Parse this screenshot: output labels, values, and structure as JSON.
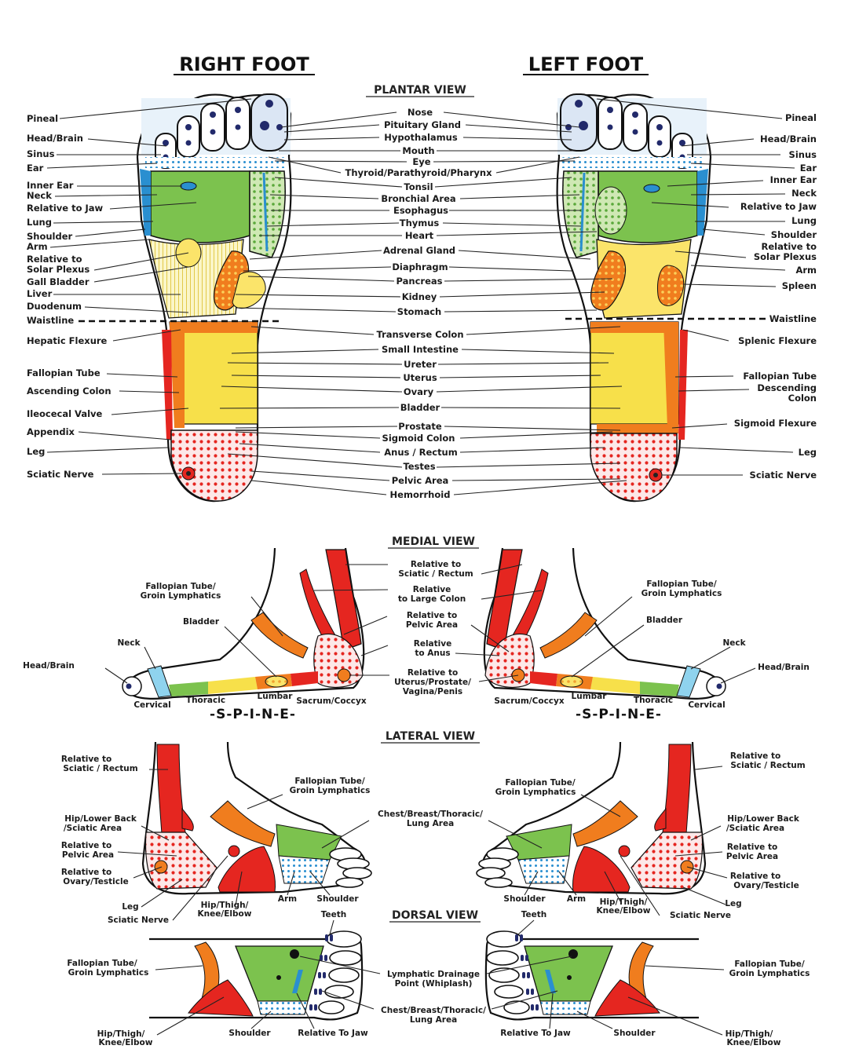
{
  "titles": {
    "right_foot": "RIGHT FOOT",
    "left_foot": "LEFT FOOT"
  },
  "views": {
    "plantar": "PLANTAR VIEW",
    "medial": "MEDIAL VIEW",
    "lateral": "LATERAL VIEW",
    "dorsal": "DORSAL VIEW"
  },
  "colors": {
    "red": "#e52620",
    "orange": "#f07d1e",
    "yellow": "#f7e04a",
    "green": "#7cc24e",
    "blue": "#2a8fd0",
    "lightblue": "#8fd3ee",
    "navy": "#222a6b",
    "pale": "#fbf6c8"
  },
  "plantar": {
    "right": [
      {
        "id": "r0",
        "text": "Pineal"
      },
      {
        "id": "r1",
        "text": "Head/Brain"
      },
      {
        "id": "r2",
        "text": "Sinus"
      },
      {
        "id": "r3",
        "text": "Ear"
      },
      {
        "id": "r4",
        "text": "Inner Ear"
      },
      {
        "id": "r5",
        "text": "Neck"
      },
      {
        "id": "r6",
        "text": "Relative to Jaw"
      },
      {
        "id": "r7",
        "text": "Lung"
      },
      {
        "id": "r8",
        "text": "Shoulder"
      },
      {
        "id": "r9",
        "text": "Arm"
      },
      {
        "id": "r10",
        "text": "Relative to"
      },
      {
        "id": "r11",
        "text": "Solar Plexus"
      },
      {
        "id": "r12",
        "text": "Gall Bladder"
      },
      {
        "id": "r13",
        "text": "Liver"
      },
      {
        "id": "r14",
        "text": "Duodenum"
      },
      {
        "id": "r15",
        "text": "Waistline"
      },
      {
        "id": "r16",
        "text": "Hepatic Flexure"
      },
      {
        "id": "r17",
        "text": "Fallopian Tube"
      },
      {
        "id": "r18",
        "text": "Ascending Colon"
      },
      {
        "id": "r19",
        "text": "Ileocecal Valve"
      },
      {
        "id": "r20",
        "text": "Appendix"
      },
      {
        "id": "r21",
        "text": "Leg"
      },
      {
        "id": "r22",
        "text": "Sciatic Nerve"
      }
    ],
    "center": [
      {
        "id": "c0",
        "text": "Nose"
      },
      {
        "id": "c1",
        "text": "Pituitary Gland"
      },
      {
        "id": "c2",
        "text": "Hypothalamus"
      },
      {
        "id": "c3",
        "text": "Mouth"
      },
      {
        "id": "c4",
        "text": "Eye"
      },
      {
        "id": "c5",
        "text": "Thyroid/Parathyroid/Pharynx"
      },
      {
        "id": "c6",
        "text": "Tonsil"
      },
      {
        "id": "c7",
        "text": "Bronchial Area"
      },
      {
        "id": "c8",
        "text": "Esophagus"
      },
      {
        "id": "c9",
        "text": "Thymus"
      },
      {
        "id": "c10",
        "text": "Heart"
      },
      {
        "id": "c11",
        "text": "Adrenal Gland"
      },
      {
        "id": "c12",
        "text": "Diaphragm"
      },
      {
        "id": "c13",
        "text": "Pancreas"
      },
      {
        "id": "c14",
        "text": "Kidney"
      },
      {
        "id": "c15",
        "text": "Stomach"
      },
      {
        "id": "c16",
        "text": "Transverse Colon"
      },
      {
        "id": "c17",
        "text": "Small Intestine"
      },
      {
        "id": "c18",
        "text": "Ureter"
      },
      {
        "id": "c19",
        "text": "Uterus"
      },
      {
        "id": "c20",
        "text": "Ovary"
      },
      {
        "id": "c21",
        "text": "Bladder"
      },
      {
        "id": "c22",
        "text": "Prostate"
      },
      {
        "id": "c23",
        "text": "Sigmoid Colon"
      },
      {
        "id": "c24",
        "text": "Anus / Rectum"
      },
      {
        "id": "c25",
        "text": "Testes"
      },
      {
        "id": "c26",
        "text": "Pelvic Area"
      },
      {
        "id": "c27",
        "text": "Hemorrhoid"
      }
    ],
    "left": [
      {
        "id": "l0",
        "text": "Pineal"
      },
      {
        "id": "l1",
        "text": "Head/Brain"
      },
      {
        "id": "l2",
        "text": "Sinus"
      },
      {
        "id": "l3",
        "text": "Ear"
      },
      {
        "id": "l4",
        "text": "Inner Ear"
      },
      {
        "id": "l5",
        "text": "Neck"
      },
      {
        "id": "l6",
        "text": "Relative to Jaw"
      },
      {
        "id": "l7",
        "text": "Lung"
      },
      {
        "id": "l8",
        "text": "Shoulder"
      },
      {
        "id": "l9",
        "text": "Relative to"
      },
      {
        "id": "l10",
        "text": "Solar Plexus"
      },
      {
        "id": "l11",
        "text": "Arm"
      },
      {
        "id": "l12",
        "text": "Spleen"
      },
      {
        "id": "l13",
        "text": "Waistline"
      },
      {
        "id": "l14",
        "text": "Splenic Flexure"
      },
      {
        "id": "l15",
        "text": "Fallopian Tube"
      },
      {
        "id": "l16",
        "text": "Descending"
      },
      {
        "id": "l17",
        "text": "Colon"
      },
      {
        "id": "l18",
        "text": "Sigmoid Flexure"
      },
      {
        "id": "l19",
        "text": "Leg"
      },
      {
        "id": "l20",
        "text": "Sciatic Nerve"
      }
    ]
  },
  "medial": {
    "center": [
      {
        "id": "m0",
        "text": "Relative to"
      },
      {
        "id": "m1",
        "text": "Sciatic / Rectum"
      },
      {
        "id": "m2",
        "text": "Relative"
      },
      {
        "id": "m3",
        "text": "to Large Colon"
      },
      {
        "id": "m4",
        "text": "Relative to"
      },
      {
        "id": "m5",
        "text": "Pelvic Area"
      },
      {
        "id": "m6",
        "text": "Relative"
      },
      {
        "id": "m7",
        "text": "to Anus"
      },
      {
        "id": "m8",
        "text": "Relative to"
      },
      {
        "id": "m9",
        "text": "Uterus/Prostate/"
      },
      {
        "id": "m10",
        "text": "Vagina/Penis"
      }
    ],
    "right": [
      {
        "id": "mr0",
        "text": "Fallopian Tube/"
      },
      {
        "id": "mr1",
        "text": "Groin Lymphatics"
      },
      {
        "id": "mr2",
        "text": "Bladder"
      },
      {
        "id": "mr3",
        "text": "Neck"
      },
      {
        "id": "mr4",
        "text": "Head/Brain"
      },
      {
        "id": "mr5",
        "text": "Cervical"
      },
      {
        "id": "mr6",
        "text": "Thoracic"
      },
      {
        "id": "mr7",
        "text": "Lumbar"
      },
      {
        "id": "mr8",
        "text": "Sacrum/Coccyx"
      }
    ],
    "left": [
      {
        "id": "ml0",
        "text": "Fallopian Tube/"
      },
      {
        "id": "ml1",
        "text": "Groin Lymphatics"
      },
      {
        "id": "ml2",
        "text": "Bladder"
      },
      {
        "id": "ml3",
        "text": "Neck"
      },
      {
        "id": "ml4",
        "text": "Head/Brain"
      },
      {
        "id": "ml5",
        "text": "Sacrum/Coccyx"
      },
      {
        "id": "ml6",
        "text": "Lumbar"
      },
      {
        "id": "ml7",
        "text": "Thoracic"
      },
      {
        "id": "ml8",
        "text": "Cervical"
      }
    ],
    "spine": "-S-P-I-N-E-"
  },
  "lateral": {
    "right": [
      {
        "id": "lr0",
        "text": "Relative to"
      },
      {
        "id": "lr1",
        "text": "Sciatic / Rectum"
      },
      {
        "id": "lr2",
        "text": "Fallopian Tube/"
      },
      {
        "id": "lr3",
        "text": "Groin Lymphatics"
      },
      {
        "id": "lr4",
        "text": "Hip/Lower Back"
      },
      {
        "id": "lr5",
        "text": "/Sciatic Area"
      },
      {
        "id": "lr6",
        "text": "Relative to"
      },
      {
        "id": "lr7",
        "text": "Pelvic Area"
      },
      {
        "id": "lr8",
        "text": "Relative to"
      },
      {
        "id": "lr9",
        "text": "Ovary/Testicle"
      },
      {
        "id": "lr10",
        "text": "Leg"
      },
      {
        "id": "lr11",
        "text": "Sciatic Nerve"
      },
      {
        "id": "lr12",
        "text": "Hip/Thigh/"
      },
      {
        "id": "lr13",
        "text": "Knee/Elbow"
      },
      {
        "id": "lr14",
        "text": "Arm"
      },
      {
        "id": "lr15",
        "text": "Shoulder"
      }
    ],
    "center": [
      {
        "id": "lc0",
        "text": "Chest/Breast/Thoracic/"
      },
      {
        "id": "lc1",
        "text": "Lung Area"
      }
    ],
    "left": [
      {
        "id": "ll0",
        "text": "Relative to"
      },
      {
        "id": "ll1",
        "text": "Sciatic / Rectum"
      },
      {
        "id": "ll2",
        "text": "Fallopian Tube/"
      },
      {
        "id": "ll3",
        "text": "Groin Lymphatics"
      },
      {
        "id": "ll4",
        "text": "Hip/Lower Back"
      },
      {
        "id": "ll5",
        "text": "/Sciatic Area"
      },
      {
        "id": "ll6",
        "text": "Relative to"
      },
      {
        "id": "ll7",
        "text": "Pelvic Area"
      },
      {
        "id": "ll8",
        "text": "Relative to"
      },
      {
        "id": "ll9",
        "text": "Ovary/Testicle"
      },
      {
        "id": "ll10",
        "text": "Leg"
      },
      {
        "id": "ll11",
        "text": "Sciatic Nerve"
      },
      {
        "id": "ll12",
        "text": "Hip/Thigh/"
      },
      {
        "id": "ll13",
        "text": "Knee/Elbow"
      },
      {
        "id": "ll14",
        "text": "Arm"
      },
      {
        "id": "ll15",
        "text": "Shoulder"
      }
    ]
  },
  "dorsal": {
    "right": [
      {
        "id": "dr0",
        "text": "Teeth"
      },
      {
        "id": "dr1",
        "text": "Fallopian Tube/"
      },
      {
        "id": "dr2",
        "text": "Groin Lymphatics"
      },
      {
        "id": "dr3",
        "text": "Hip/Thigh/"
      },
      {
        "id": "dr4",
        "text": "Knee/Elbow"
      },
      {
        "id": "dr5",
        "text": "Shoulder"
      },
      {
        "id": "dr6",
        "text": "Relative To Jaw"
      }
    ],
    "center": [
      {
        "id": "dc0",
        "text": "Lymphatic Drainage"
      },
      {
        "id": "dc1",
        "text": "Point (Whiplash)"
      },
      {
        "id": "dc2",
        "text": "Chest/Breast/Thoracic/"
      },
      {
        "id": "dc3",
        "text": "Lung Area"
      }
    ],
    "left": [
      {
        "id": "dl0",
        "text": "Teeth"
      },
      {
        "id": "dl1",
        "text": "Fallopian Tube/"
      },
      {
        "id": "dl2",
        "text": "Groin Lymphatics"
      },
      {
        "id": "dl3",
        "text": "Hip/Thigh/"
      },
      {
        "id": "dl4",
        "text": "Knee/Elbow"
      },
      {
        "id": "dl5",
        "text": "Shoulder"
      },
      {
        "id": "dl6",
        "text": "Relative To Jaw"
      }
    ]
  }
}
